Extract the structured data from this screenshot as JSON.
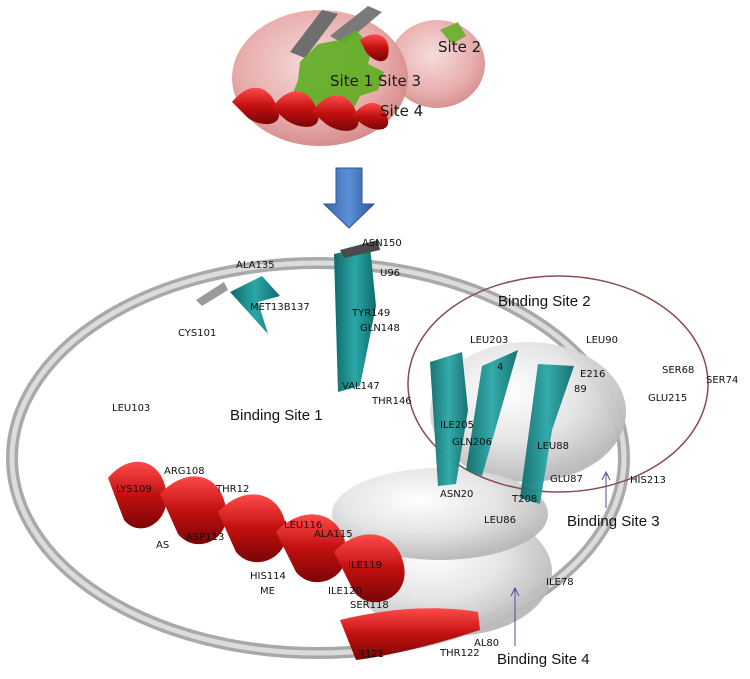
{
  "top_panel": {
    "labels": {
      "site2": "Site 2",
      "site1_3": "Site 1 Site 3",
      "site4": "Site 4"
    }
  },
  "binding_sites": {
    "site1": "Binding Site 1",
    "site2": "Binding Site 2",
    "site3": "Binding Site 3",
    "site4": "Binding Site 4"
  },
  "residues": {
    "ASN150": "ASN150",
    "U96": "U96",
    "ALA135": "ALA135",
    "MET137": "MET13B137",
    "TYR149": "TYR149",
    "GLN148": "GLN148",
    "CYS101": "CYS101",
    "LEU203": "LEU203",
    "LEU90": "LEU90",
    "SER68": "SER68",
    "SER74": "SER74",
    "E216": "E216",
    "R4": "4",
    "S89": "89",
    "GLU215": "GLU215",
    "VAL147": "VAL147",
    "THR146": "THR146",
    "LEU103": "LEU103",
    "ILE205": "ILE205",
    "GLN206": "GLN206",
    "LEU88": "LEU88",
    "ARG108": "ARG108",
    "LYS109": "LYS109",
    "THR112": "THR12",
    "GLU87": "GLU87",
    "HIS213": "HIS213",
    "ASN2": "ASN20",
    "T208": "T208",
    "LEU86": "LEU86",
    "LEU116": "LEU116",
    "ALA115": "ALA115",
    "ASP113": "ASP113",
    "AS": "AS",
    "ILE119": "ILE119",
    "HIS114": "HIS114",
    "ILE120": "ILE120",
    "MET": "ME",
    "SER118": "SER118",
    "ILE78": "ILE78",
    "VAL80": "AL80",
    "THR122": "THR122",
    "R121": "R121"
  },
  "colors": {
    "helix": "#c21010",
    "strand": "#1a8c8c",
    "green_surface": "#5fae23",
    "arrow": "#4a79bd",
    "outline_grey": "#b9b9b9",
    "site2_outline": "#8b4c4c"
  }
}
